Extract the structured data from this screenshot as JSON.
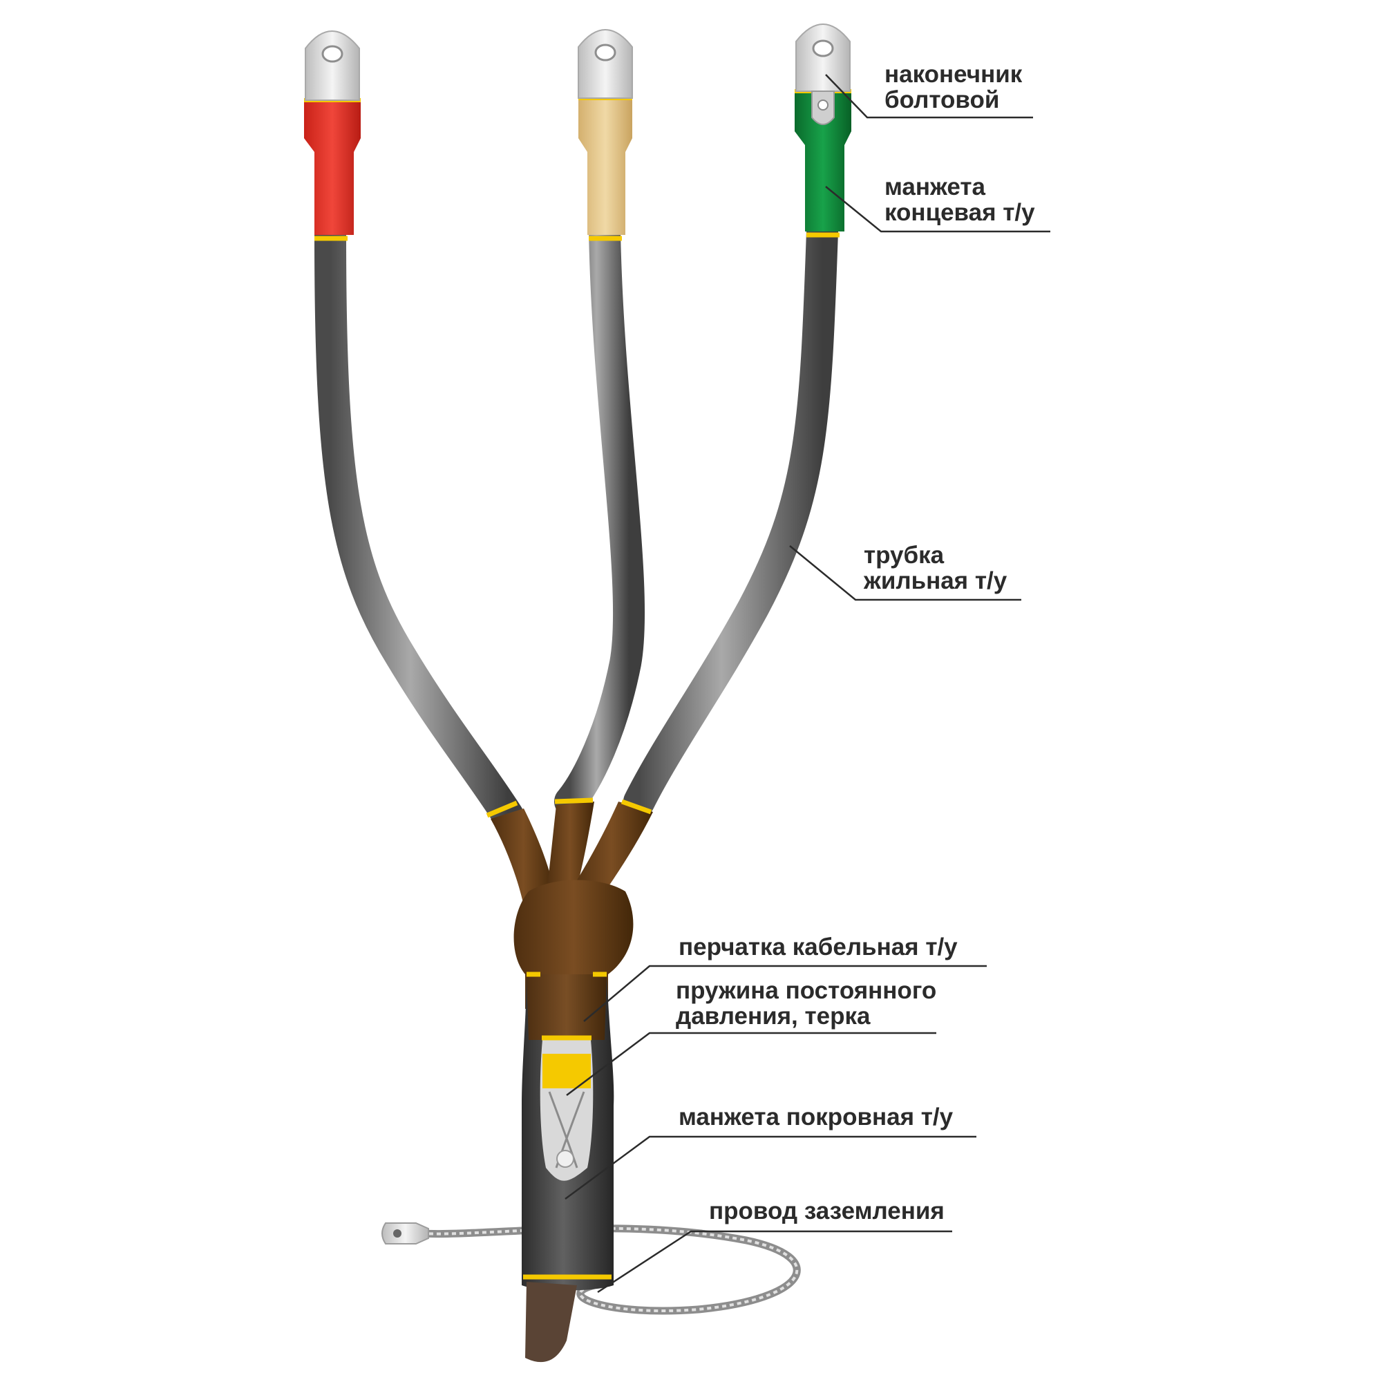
{
  "labels": {
    "lug": {
      "line1": "наконечник",
      "line2": "болтовой"
    },
    "end_cap": {
      "line1": "манжета",
      "line2": "концевая т/у"
    },
    "tube": {
      "line1": "трубка",
      "line2": "жильная т/у"
    },
    "glove": {
      "line1": "перчатка кабельная т/у"
    },
    "spring": {
      "line1": "пружина постоянного",
      "line2": "давления, терка"
    },
    "cover_cap": {
      "line1": "манжета покровная т/у"
    },
    "ground_wire": {
      "line1": "провод заземления"
    }
  },
  "colors": {
    "phase_red": "#e8372c",
    "phase_yellow": "#e6c98a",
    "phase_green": "#0f8a3b",
    "core_tube": "#6f6f6f",
    "glove": "#6b4219",
    "outer_jacket": "#3d3d3d",
    "mastic": "#f5c900",
    "lug": "#dcdcdc"
  }
}
